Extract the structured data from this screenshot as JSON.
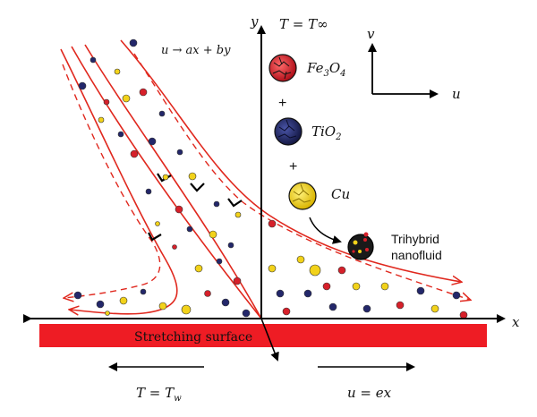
{
  "labels": {
    "y_axis": "y",
    "x_axis": "x",
    "v_axis": "v",
    "u_axis": "u",
    "free_stream_temp": "T = T∞",
    "far_velocity": "u → ax + by",
    "wall_temp_main": "T = T",
    "wall_temp_sub": "w",
    "surface_velocity": "u = ex",
    "surface": "Stretching surface"
  },
  "particles": {
    "fe3o4_main": "Fe",
    "fe3o4_sub1": "3",
    "fe3o4_mid": "O",
    "fe3o4_sub2": "4",
    "tio2_main": "TiO",
    "tio2_sub": "2",
    "cu": "Cu",
    "plus": "+",
    "result_line1": "Trihybrid",
    "result_line2": "nanofluid"
  },
  "colors": {
    "streamline": "#e0281e",
    "surface": "#ee1c24",
    "fe3o4": "#d6202a",
    "tio2": "#23276a",
    "cu": "#f2d21a",
    "axis": "#000000"
  }
}
